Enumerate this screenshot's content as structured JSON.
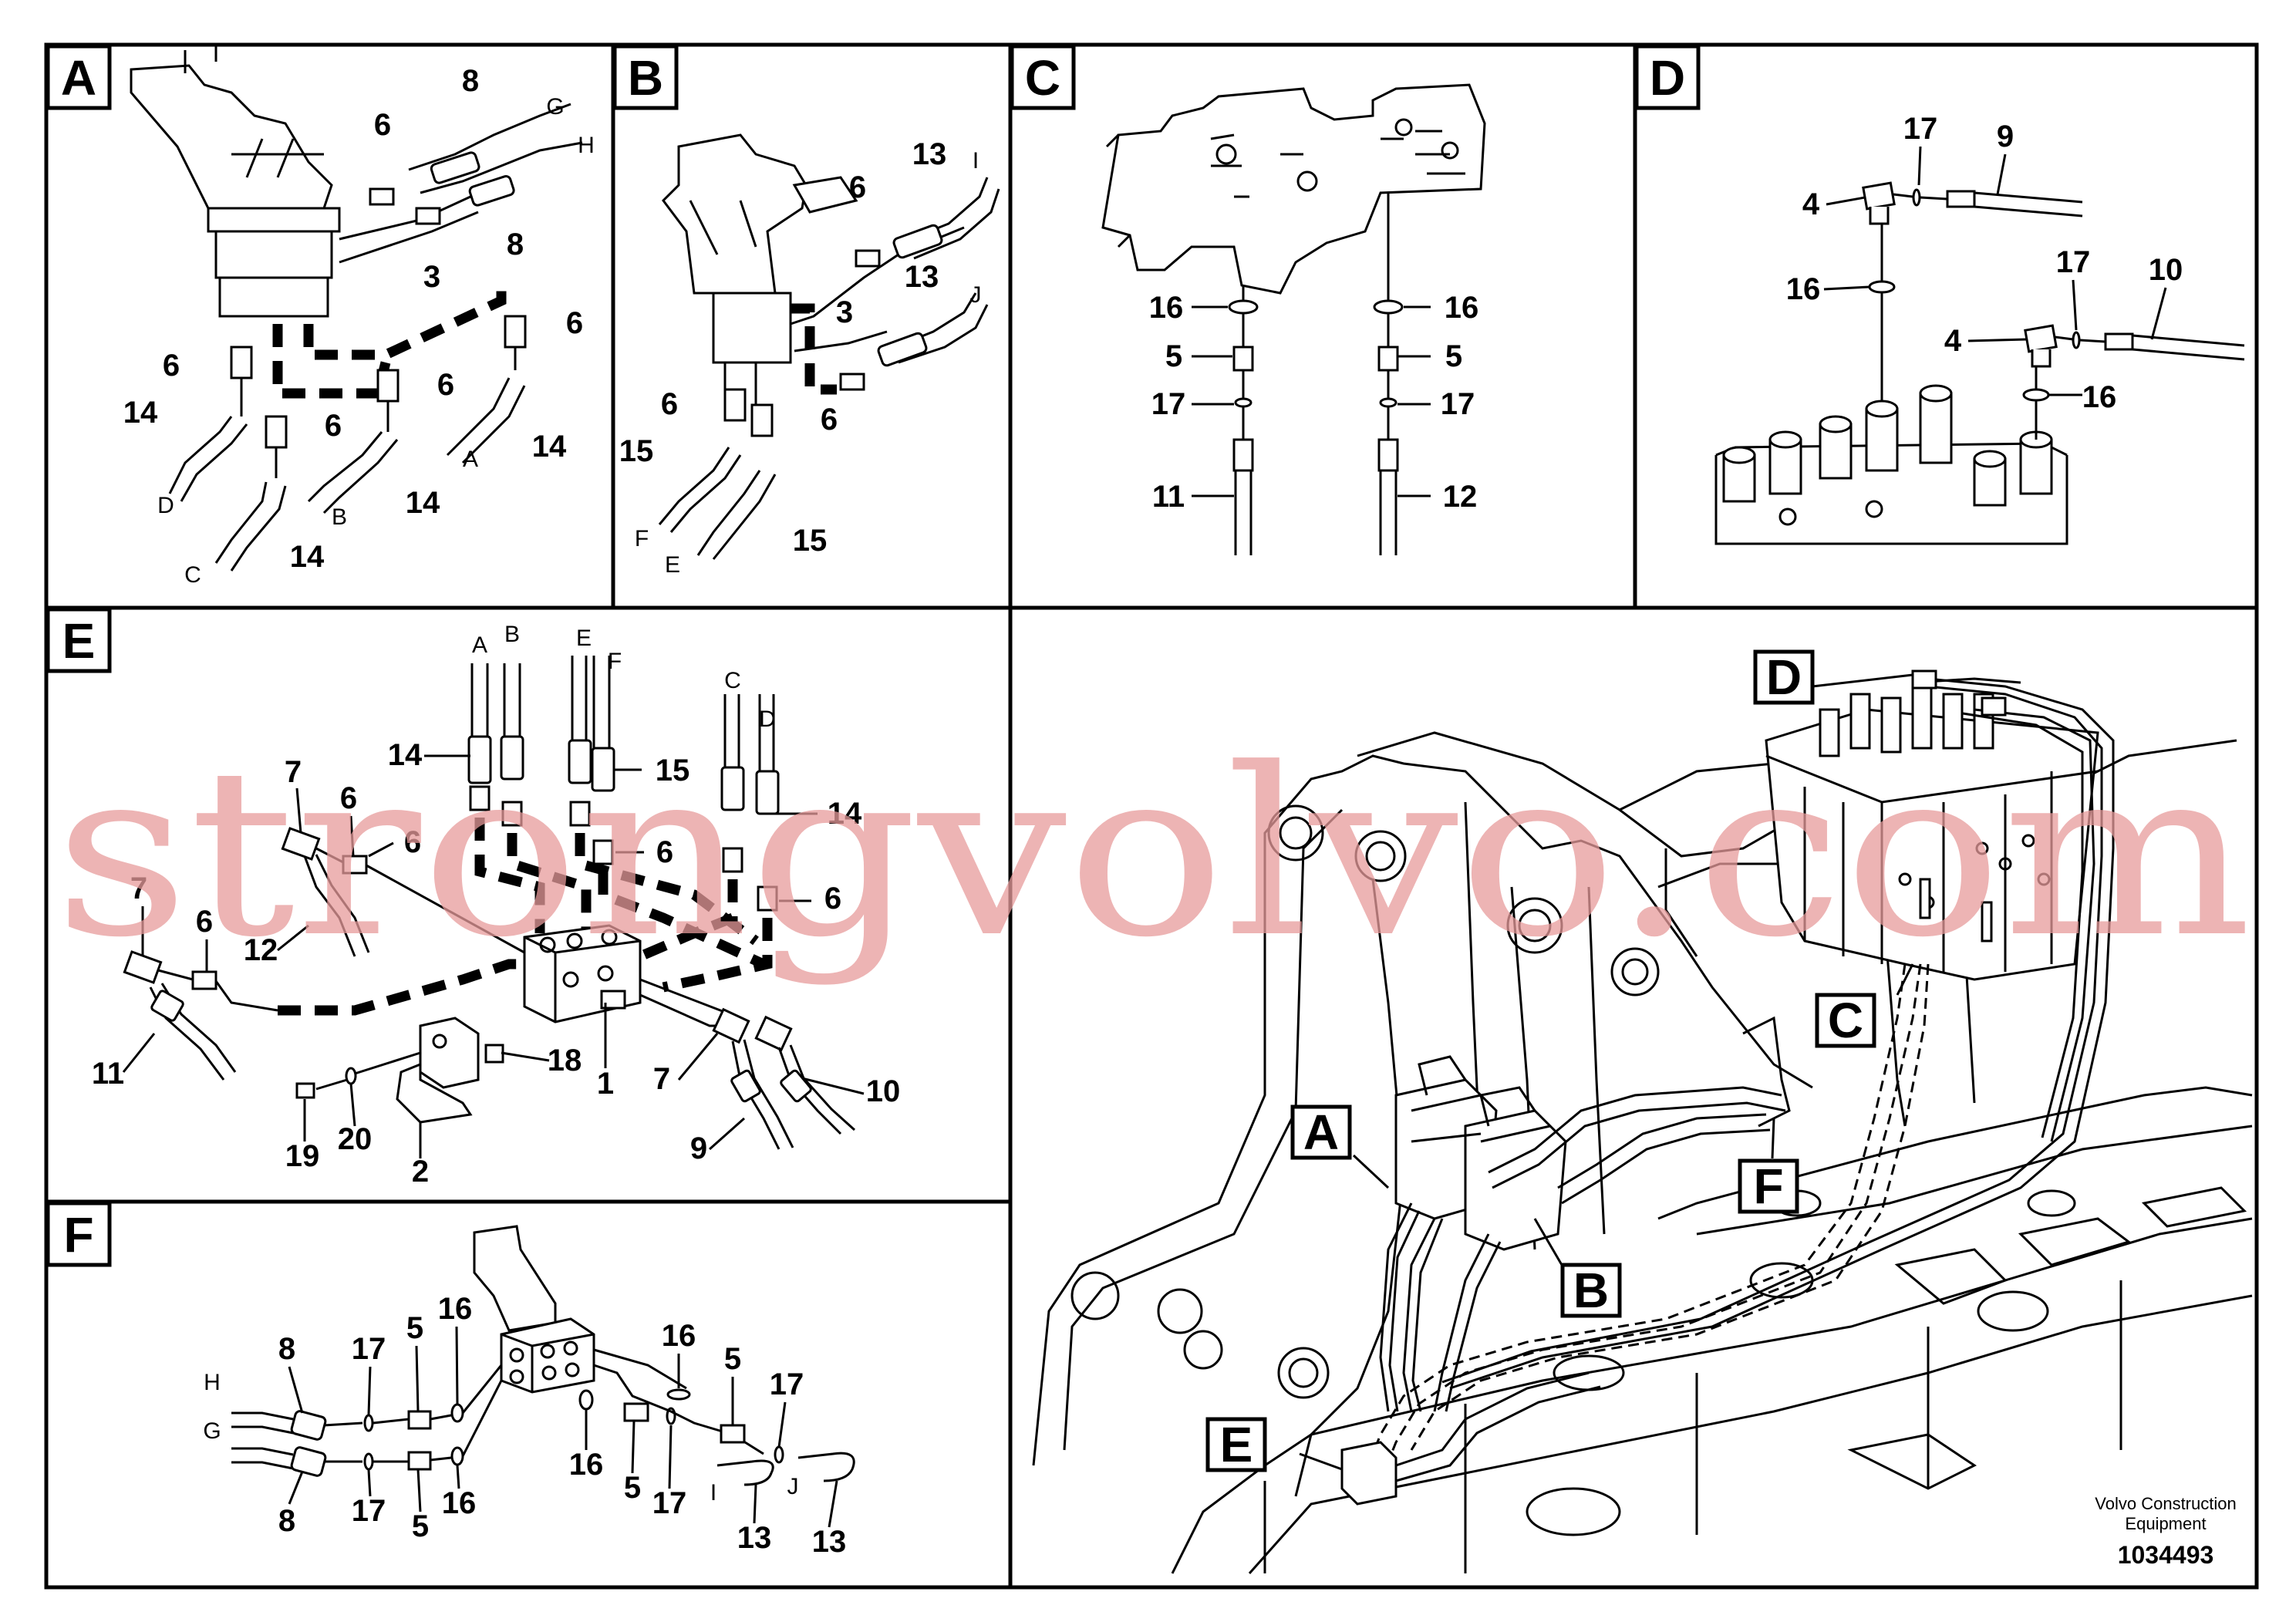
{
  "panels": {
    "A": {
      "label": "A",
      "callouts": {
        "c8a": "8",
        "c8b": "8",
        "c6a": "6",
        "c6b": "6",
        "c6c": "6",
        "c6d": "6",
        "c6e": "6",
        "c3": "3",
        "c14a": "14",
        "c14b": "14",
        "c14c": "14",
        "c14d": "14"
      },
      "letters": {
        "G": "G",
        "H": "H",
        "A": "A",
        "B": "B",
        "C": "C",
        "D": "D"
      }
    },
    "B": {
      "label": "B",
      "callouts": {
        "c13a": "13",
        "c13b": "13",
        "c6a": "6",
        "c6b": "6",
        "c6c": "6",
        "c3": "3",
        "c15a": "15",
        "c15b": "15"
      },
      "letters": {
        "I": "I",
        "J": "J",
        "F": "F",
        "E": "E"
      }
    },
    "C": {
      "label": "C",
      "callouts": {
        "c16a": "16",
        "c16b": "16",
        "c5a": "5",
        "c5b": "5",
        "c17a": "17",
        "c17b": "17",
        "c11": "11",
        "c12": "12"
      }
    },
    "D": {
      "label": "D",
      "callouts": {
        "c17a": "17",
        "c17b": "17",
        "c9": "9",
        "c10": "10",
        "c4a": "4",
        "c4b": "4",
        "c16a": "16",
        "c16b": "16"
      }
    },
    "E": {
      "label": "E",
      "callouts": {
        "c14a": "14",
        "c14b": "14",
        "c15": "15",
        "c7a": "7",
        "c7b": "7",
        "c7c": "7",
        "c6a": "6",
        "c6b": "6",
        "c6c": "6",
        "c6d": "6",
        "c6e": "6",
        "c12": "12",
        "c11": "11",
        "c18": "18",
        "c1": "1",
        "c10": "10",
        "c9": "9",
        "c19": "19",
        "c20": "20",
        "c2": "2"
      },
      "letters": {
        "A": "A",
        "B": "B",
        "E": "E",
        "F": "F",
        "C": "C",
        "D": "D"
      }
    },
    "F": {
      "label": "F",
      "callouts": {
        "c8a": "8",
        "c8b": "8",
        "c17a": "17",
        "c17b": "17",
        "c17c": "17",
        "c17d": "17",
        "c5a": "5",
        "c5b": "5",
        "c5c": "5",
        "c5d": "5",
        "c16a": "16",
        "c16b": "16",
        "c16c": "16",
        "c16d": "16",
        "c13a": "13",
        "c13b": "13"
      },
      "letters": {
        "H": "H",
        "G": "G",
        "I": "I",
        "J": "J"
      }
    },
    "overview": {
      "labels": {
        "A": "A",
        "B": "B",
        "C": "C",
        "D": "D",
        "E": "E",
        "F": "F"
      }
    }
  },
  "watermark": "strongvolvo.com",
  "credit_line1": "Volvo Construction",
  "credit_line2": "Equipment",
  "doc_number": "1034493"
}
